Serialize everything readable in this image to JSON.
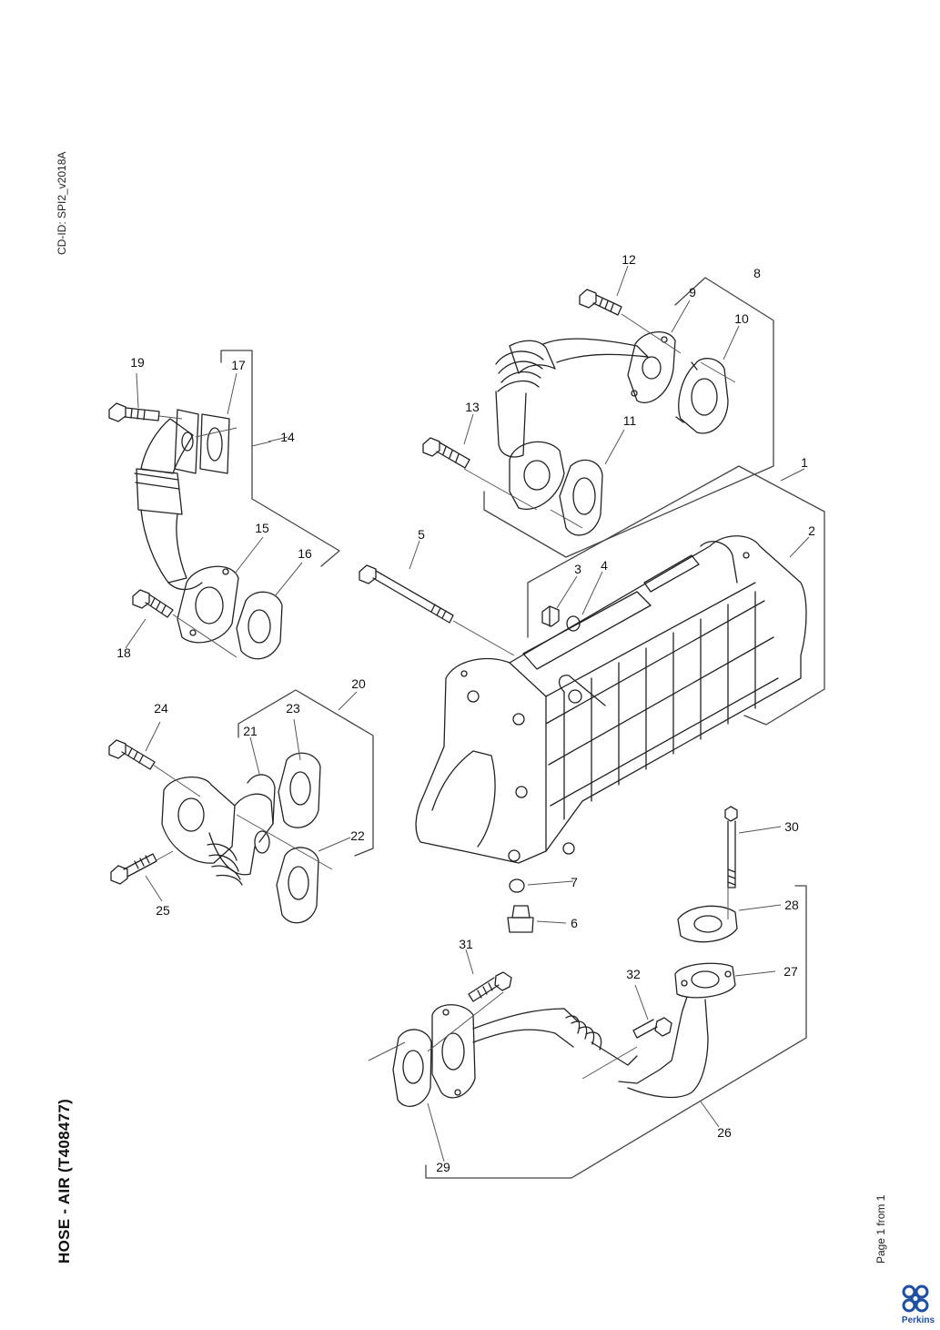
{
  "document": {
    "cd_id": "CD-ID: SPI2_v2018A",
    "title": "HOSE - AIR (T408477)",
    "page_info": "Page 1 from 1",
    "brand": "Perkins"
  },
  "callouts": [
    "1",
    "2",
    "3",
    "4",
    "5",
    "6",
    "7",
    "8",
    "9",
    "10",
    "11",
    "12",
    "13",
    "14",
    "15",
    "16",
    "17",
    "18",
    "19",
    "20",
    "21",
    "22",
    "23",
    "24",
    "25",
    "26",
    "27",
    "28",
    "29",
    "30",
    "31",
    "32"
  ],
  "colors": {
    "line": "#222222",
    "leader": "#555555",
    "brand_blue": "#1f4fa3"
  },
  "icons": {
    "logo": "perkins-logo-icon"
  }
}
